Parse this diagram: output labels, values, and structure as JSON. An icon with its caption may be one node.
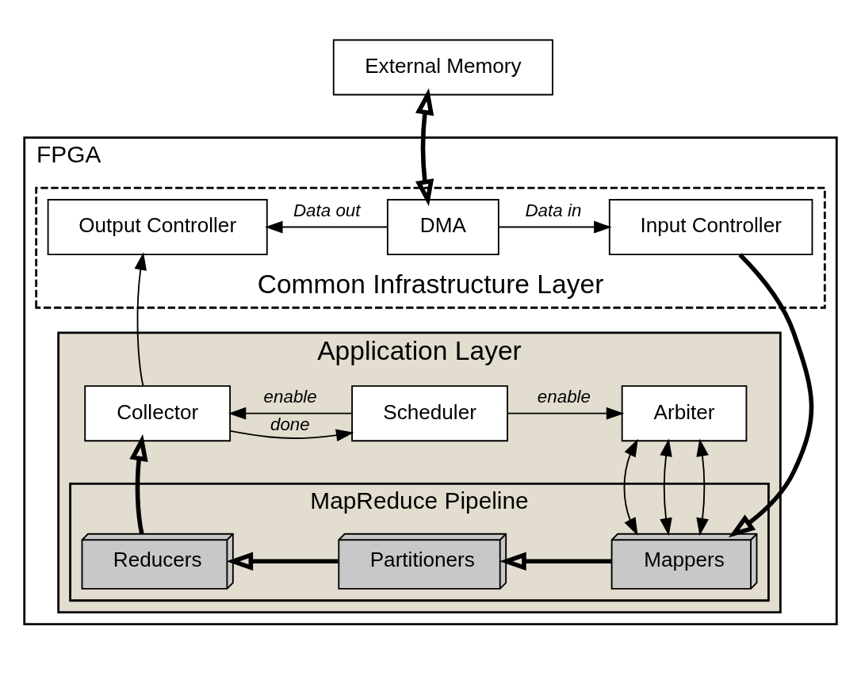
{
  "diagram": {
    "nodes": [
      {
        "text": [
          "External Memory"
        ]
      },
      {
        "text": [
          "FPGA"
        ]
      },
      {
        "text": [
          "Common Infrastructure Layer"
        ],
        "in": 1
      },
      {
        "text": [
          "Output Controller"
        ],
        "in": 2
      },
      {
        "text": [
          "DMA"
        ],
        "in": 2
      },
      {
        "text": [
          "Input Controller"
        ],
        "in": 2
      },
      {
        "text": [
          "Application Layer"
        ],
        "in": 1
      },
      {
        "text": [
          "Collector"
        ],
        "in": 6
      },
      {
        "text": [
          "Scheduler"
        ],
        "in": 6
      },
      {
        "text": [
          "Arbiter"
        ],
        "in": 6
      },
      {
        "text": [
          "MapReduce Pipeline"
        ],
        "in": 6
      },
      {
        "text": [
          "Reducers"
        ],
        "in": 10
      },
      {
        "text": [
          "Partitioners"
        ],
        "in": 10
      },
      {
        "text": [
          "Mappers"
        ],
        "in": 10
      }
    ],
    "edges": [
      {
        "from": 0,
        "to": 4,
        "arrow": "both",
        "style": "thick"
      },
      {
        "from": 4,
        "to": 3,
        "arrow": "to",
        "label": "Data out"
      },
      {
        "from": 4,
        "to": 5,
        "arrow": "to",
        "label": "Data in"
      },
      {
        "from": 7,
        "to": 3,
        "arrow": "to"
      },
      {
        "from": 8,
        "to": 7,
        "arrow": "to",
        "label": "enable"
      },
      {
        "from": 7,
        "to": 8,
        "arrow": "to",
        "label": "done"
      },
      {
        "from": 8,
        "to": 9,
        "arrow": "to",
        "label": "enable"
      },
      {
        "from": 9,
        "to": 13,
        "arrow": "both"
      },
      {
        "from": 9,
        "to": 13,
        "arrow": "both"
      },
      {
        "from": 9,
        "to": 13,
        "arrow": "both"
      },
      {
        "from": 5,
        "to": 13,
        "arrow": "to",
        "style": "thick"
      },
      {
        "from": 11,
        "to": 7,
        "arrow": "to",
        "style": "thick"
      },
      {
        "from": 13,
        "to": 12,
        "arrow": "to",
        "style": "thick"
      },
      {
        "from": 12,
        "to": 11,
        "arrow": "to",
        "style": "thick"
      }
    ]
  }
}
